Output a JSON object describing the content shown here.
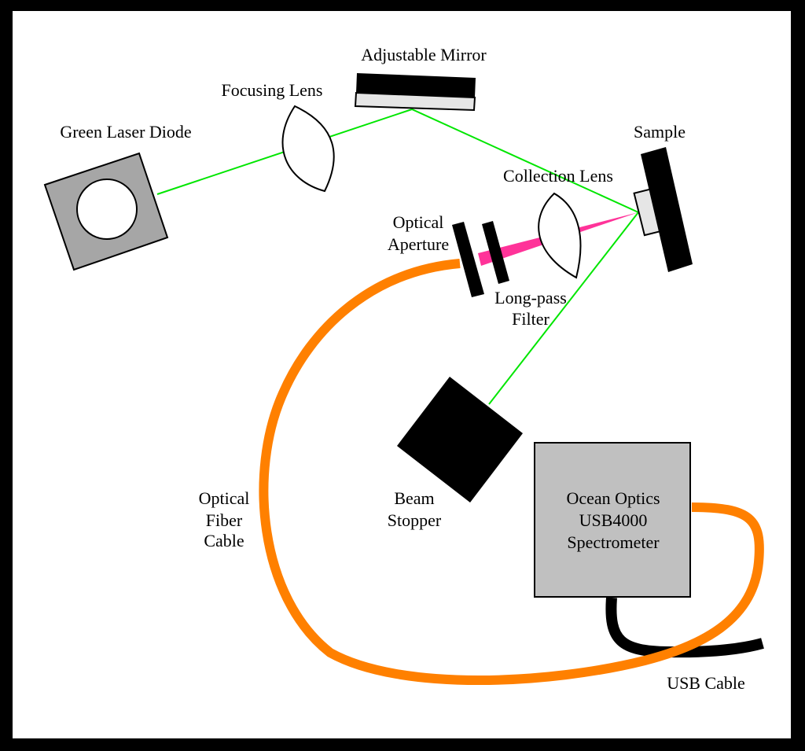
{
  "labels": {
    "green_laser_diode": "Green Laser Diode",
    "focusing_lens": "Focusing Lens",
    "adjustable_mirror": "Adjustable Mirror",
    "sample": "Sample",
    "collection_lens": "Collection Lens",
    "optical_aperture": [
      "Optical",
      "Aperture"
    ],
    "long_pass_filter": [
      "Long-pass",
      "Filter"
    ],
    "beam_stopper": [
      "Beam",
      "Stopper"
    ],
    "optical_fiber_cable": [
      "Optical",
      "Fiber",
      "Cable"
    ],
    "spectrometer": [
      "Ocean Optics",
      "USB4000",
      "Spectrometer"
    ],
    "usb_cable": "USB Cable"
  },
  "colors": {
    "frame": "#000000",
    "canvas": "#ffffff",
    "laser_beam": "#00e600",
    "collected_light": "#ff3399",
    "fiber_cable": "#ff8000",
    "usb_cable": "#000000",
    "device_gray": "#a6a6a6",
    "spectrometer_gray": "#c0c0c0"
  }
}
